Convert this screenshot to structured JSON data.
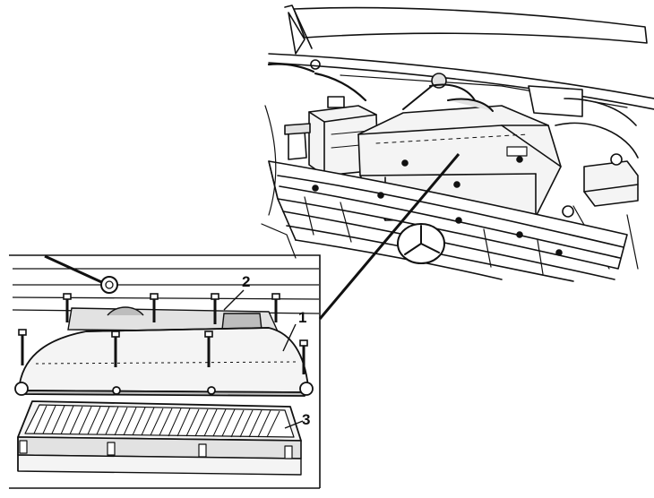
{
  "diagram": {
    "callouts": [
      {
        "id": "1",
        "label": "1"
      },
      {
        "id": "2",
        "label": "2"
      },
      {
        "id": "3",
        "label": "3"
      }
    ],
    "colors": {
      "line": "#111111",
      "background": "#ffffff",
      "fill_light": "#f4f4f4",
      "fill_mid": "#e2e2e2",
      "fill_dark": "#bdbdbd"
    }
  }
}
